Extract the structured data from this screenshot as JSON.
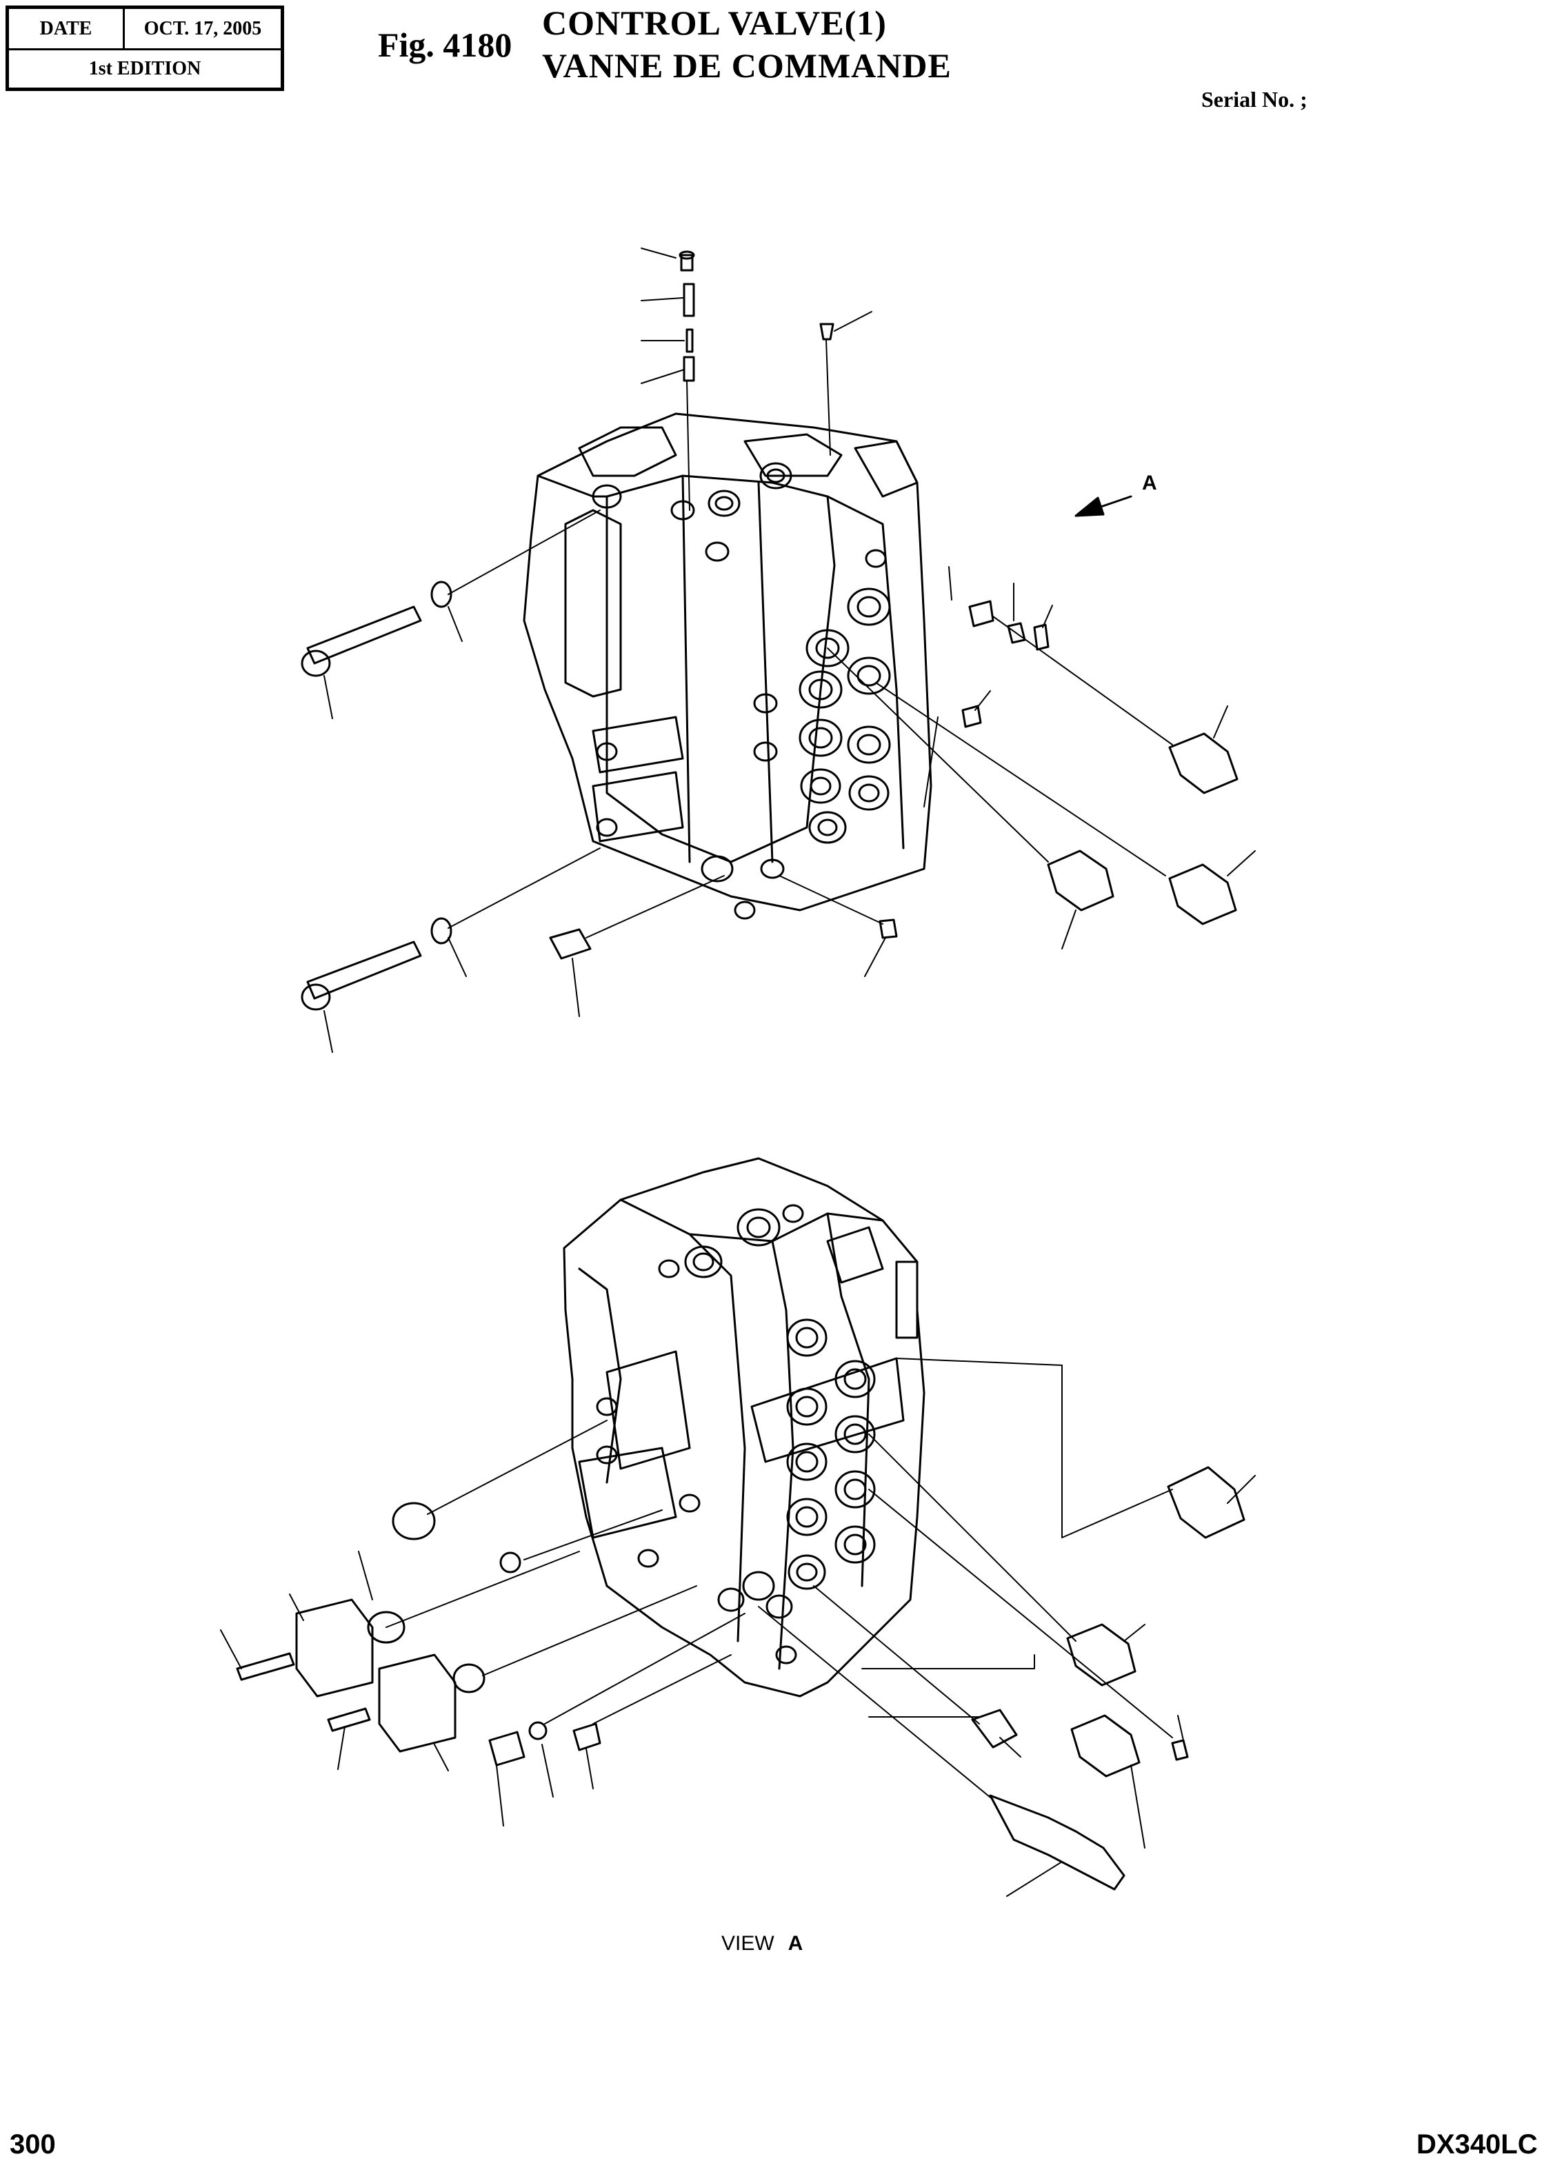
{
  "header": {
    "date_label": "DATE",
    "date_value": "OCT. 17, 2005",
    "edition": "1st EDITION",
    "fig_number": "Fig. 4180",
    "title_en": "CONTROL VALVE(1)",
    "title_fr": "VANNE DE COMMANDE",
    "serial": "Serial No. ;"
  },
  "drawing": {
    "arrow_label": "A",
    "view_label": "VIEW",
    "view_letter": "A"
  },
  "footer": {
    "page_number": "300",
    "model": "DX340LC"
  }
}
